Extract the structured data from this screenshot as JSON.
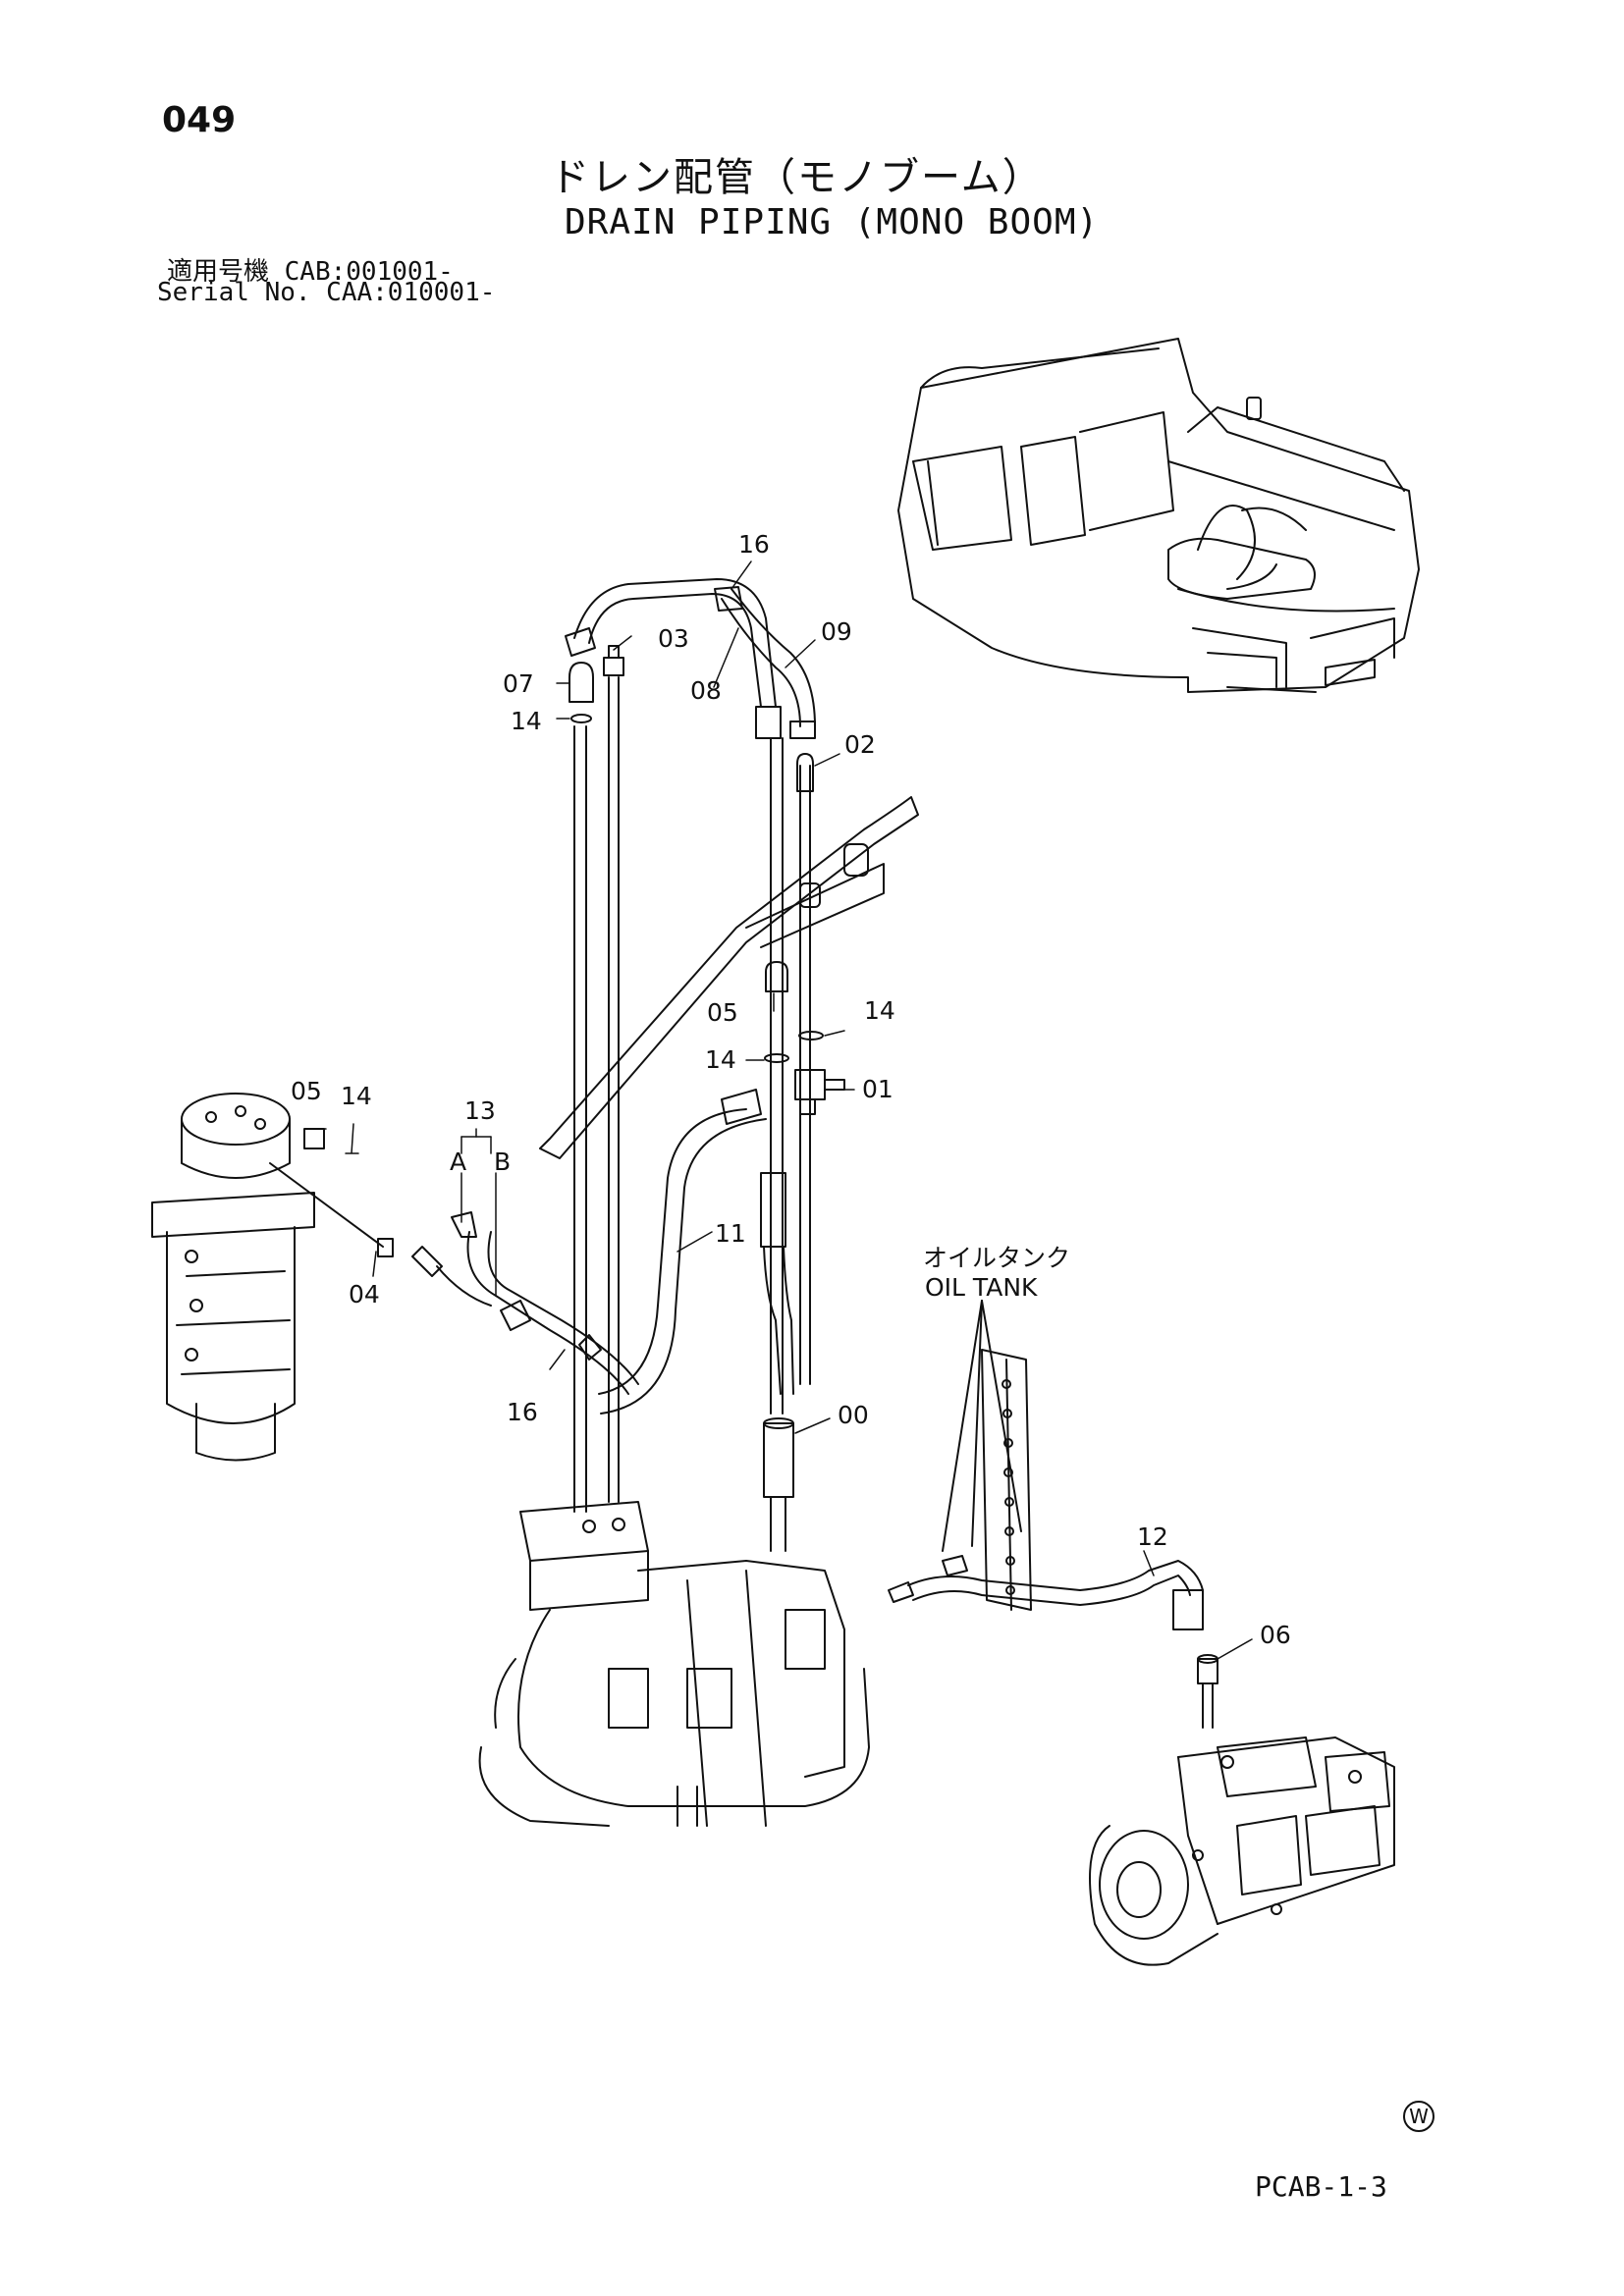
{
  "header": {
    "page_number": "049",
    "title_ja": "ドレン配管（モノブーム）",
    "title_en": "DRAIN PIPING (MONO BOOM)",
    "serial_line_1": "適用号機  CAB:001001-",
    "serial_line_2": "Serial No. CAA:010001-"
  },
  "callouts": {
    "p00": "00",
    "p01": "01",
    "p02": "02",
    "p03": "03",
    "p04": "04",
    "p05a": "05",
    "p05b": "05",
    "p06": "06",
    "p07": "07",
    "p08": "08",
    "p09": "09",
    "p11": "11",
    "p12": "12",
    "p13": "13",
    "p13a": "A",
    "p13b": "B",
    "p14a": "14",
    "p14b": "14",
    "p14c": "14",
    "p14d": "14",
    "p16a": "16",
    "p16b": "16"
  },
  "oil_tank": {
    "label_ja": "オイルタンク",
    "label_en": "OIL TANK"
  },
  "footer": {
    "mark": "W",
    "sheet_code": "PCAB-1-3"
  }
}
